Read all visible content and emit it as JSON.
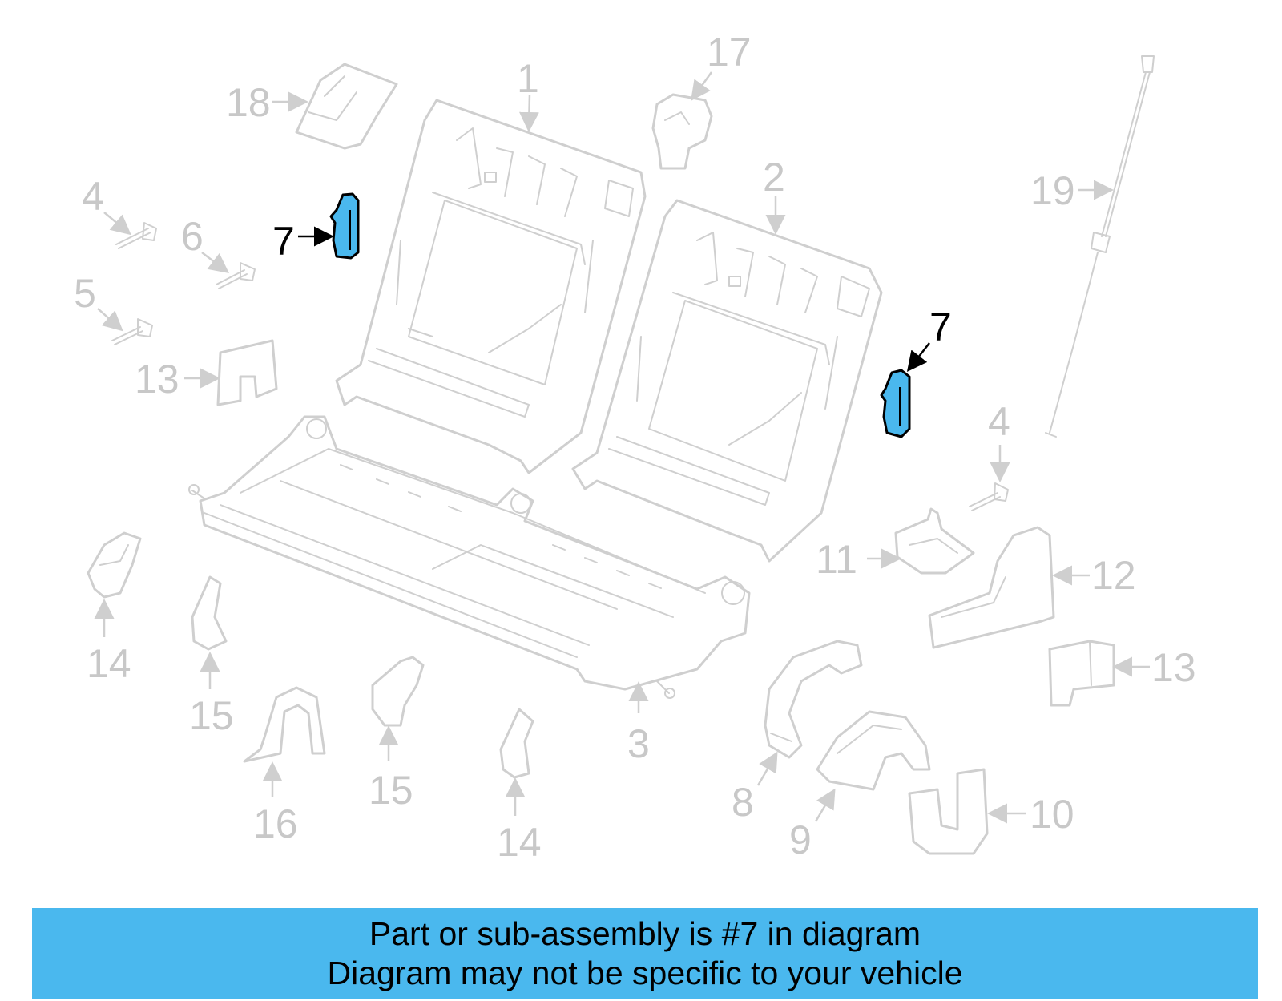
{
  "callouts": {
    "c1": "1",
    "c2": "2",
    "c3": "3",
    "c4a": "4",
    "c4b": "4",
    "c5": "5",
    "c6": "6",
    "c7a": "7",
    "c7b": "7",
    "c8": "8",
    "c9": "9",
    "c10": "10",
    "c11": "11",
    "c12": "12",
    "c13a": "13",
    "c13b": "13",
    "c14a": "14",
    "c14b": "14",
    "c15a": "15",
    "c15b": "15",
    "c16": "16",
    "c17": "17",
    "c18": "18",
    "c19": "19"
  },
  "highlight_color": "#4ab8ee",
  "banner": {
    "line1": "Part or sub-assembly is #7 in diagram",
    "line2": "Diagram may not be specific to your vehicle"
  }
}
